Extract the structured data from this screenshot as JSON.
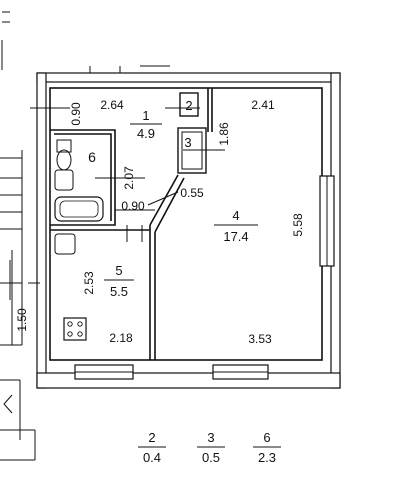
{
  "plan": {
    "rooms": [
      {
        "id": "1",
        "number": "1",
        "area": "4.9"
      },
      {
        "id": "4",
        "number": "4",
        "area": "17.4"
      },
      {
        "id": "5",
        "number": "5",
        "area": "5.5"
      },
      {
        "id": "6",
        "number": "6",
        "area": ""
      },
      {
        "id": "2",
        "number": "2",
        "area": ""
      },
      {
        "id": "3",
        "number": "3",
        "area": ""
      }
    ],
    "dimensions": {
      "d_090_top": "0.90",
      "d_264": "2.64",
      "d_241": "2.41",
      "d_186": "1.86",
      "d_207": "2.07",
      "d_055": "0.55",
      "d_090_mid": "0.90",
      "d_558": "5.58",
      "d_253": "2.53",
      "d_150": "1.50",
      "d_218": "2.18",
      "d_353": "3.53"
    },
    "legend": [
      {
        "number": "2",
        "area": "0.4"
      },
      {
        "number": "3",
        "area": "0.5"
      },
      {
        "number": "6",
        "area": "2.3"
      }
    ]
  }
}
